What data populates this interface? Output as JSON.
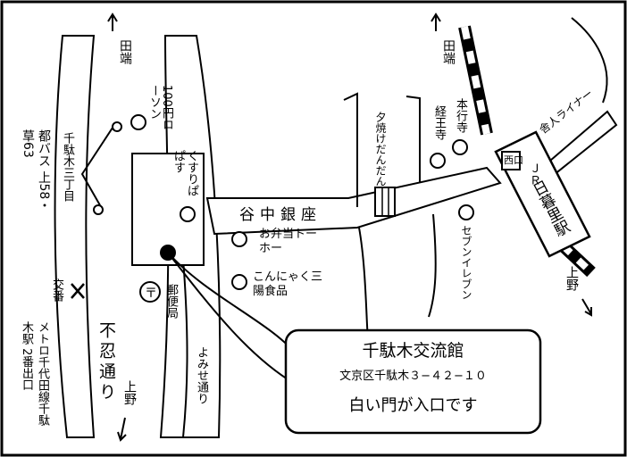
{
  "map": {
    "roads": {
      "fushinobazu": "不忍通り",
      "yaginaka_ginza": "谷中銀座",
      "yomise": "よみせ通り"
    },
    "directions": {
      "tabata_left": "田端",
      "tabata_right": "田端",
      "ueno_left": "上野",
      "ueno_right": "上野"
    },
    "stations": {
      "nippori": "日暮里駅",
      "jr": "ＪＲ",
      "west_exit_mark": "西口",
      "toneri_liner": "舎人ライナー"
    },
    "bus": {
      "label": "都バス",
      "routes": "上58・草63",
      "stop": "千駄木三丁目"
    },
    "metro": {
      "line": "メトロ千代田線",
      "exit": "千駄木駅 2番出口"
    },
    "police_box": "交番",
    "landmarks": {
      "lawson": "100円ローソン",
      "kusuri": "くすりぱぱす",
      "post_office": "郵便局",
      "obento": "お弁当トーホー",
      "konnyaku": "こんにゃく三陽食品",
      "hongyoji": "本行寺",
      "kyooji": "経王寺",
      "seven": "セブンイレブン",
      "yuyake": "夕焼けだんだん"
    },
    "venue": {
      "name": "千駄木交流館",
      "address": "文京区千駄木３−４２−１０",
      "note": "白い門が入口です"
    }
  }
}
